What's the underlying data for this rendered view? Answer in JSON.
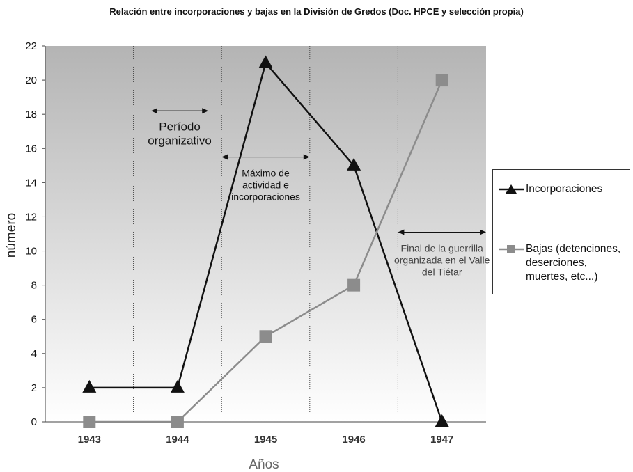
{
  "chart_data": {
    "type": "line",
    "title": "Relación entre incorporaciones y bajas en la División de Gredos (Doc. HPCE y selección propia)",
    "xlabel": "Años",
    "ylabel": "número",
    "categories": [
      "1943",
      "1944",
      "1945",
      "1946",
      "1947"
    ],
    "ylim": [
      0,
      22
    ],
    "yticks": [
      "0",
      "2",
      "4",
      "6",
      "8",
      "10",
      "12",
      "14",
      "16",
      "18",
      "20",
      "22"
    ],
    "grid": "vertical dotted lines",
    "legend_position": "right",
    "series": [
      {
        "name": "Incorporaciones",
        "values": [
          2,
          2,
          21,
          15,
          0
        ],
        "marker": "triangle",
        "color": "#111111"
      },
      {
        "name": "Bajas (detenciones, deserciones, muertes, etc...)",
        "values": [
          0,
          0,
          5,
          8,
          20
        ],
        "marker": "square",
        "color": "#8c8c8c"
      }
    ],
    "annotations": [
      {
        "text": "Período organizativo",
        "x_from": 0.7,
        "x_to": 1.35,
        "y": 18.2
      },
      {
        "text": "Máximo de actividad e incorporaciones",
        "x_from": 1.5,
        "x_to": 2.5,
        "y": 15.5
      },
      {
        "text": "Final de la guerrilla organizada en el Valle del Tiétar",
        "x_from": 3.5,
        "x_to": 4.5,
        "y": 11.1
      }
    ],
    "colors": {
      "plot_top": "#b4b4b4",
      "plot_bottom": "#ffffff",
      "incorporaciones": "#111111",
      "bajas": "#8c8c8c"
    }
  }
}
